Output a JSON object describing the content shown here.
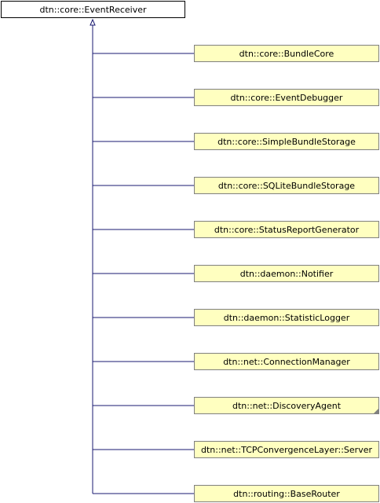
{
  "diagram": {
    "root": {
      "label": "dtn::core::EventReceiver"
    },
    "children": [
      {
        "label": "dtn::core::BundleCore",
        "truncated": false
      },
      {
        "label": "dtn::core::EventDebugger",
        "truncated": false
      },
      {
        "label": "dtn::core::SimpleBundleStorage",
        "truncated": false
      },
      {
        "label": "dtn::core::SQLiteBundleStorage",
        "truncated": false
      },
      {
        "label": "dtn::core::StatusReportGenerator",
        "truncated": false
      },
      {
        "label": "dtn::daemon::Notifier",
        "truncated": false
      },
      {
        "label": "dtn::daemon::StatisticLogger",
        "truncated": false
      },
      {
        "label": "dtn::net::ConnectionManager",
        "truncated": false
      },
      {
        "label": "dtn::net::DiscoveryAgent",
        "truncated": true
      },
      {
        "label": "dtn::net::TCPConvergenceLayer::Server",
        "truncated": false
      },
      {
        "label": "dtn::routing::BaseRouter",
        "truncated": false
      }
    ],
    "colors": {
      "edge": "#191970",
      "node_fill": "#ffffc0",
      "node_border": "#808080",
      "root_fill": "#ffffff",
      "root_border": "#000000"
    }
  }
}
